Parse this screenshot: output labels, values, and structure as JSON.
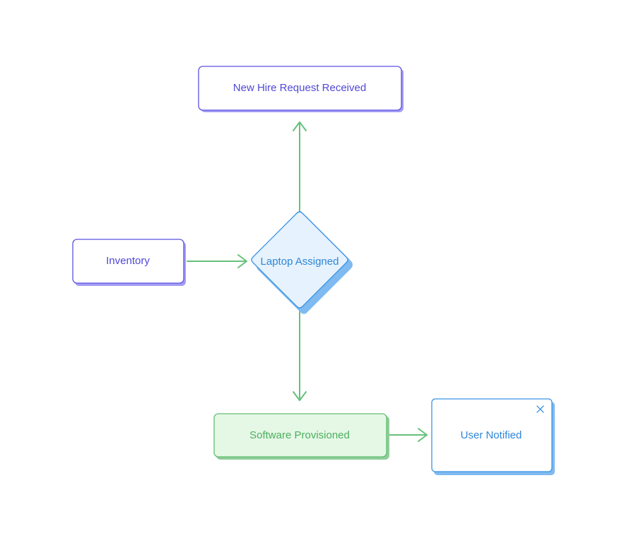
{
  "diagram": {
    "colors": {
      "purple_border": "#5b52e0",
      "purple_text": "#5048d8",
      "purple_shadow": "#a49cf3",
      "blue_border": "#3a93e3",
      "blue_text": "#2e86d8",
      "blue_fill": "#e6f2fd",
      "blue_shadow": "#7fbaf1",
      "green_border": "#62bd72",
      "green_text": "#4caf5c",
      "green_fill": "#e5f8e6",
      "green_shadow": "#8fce98",
      "arrow": "#66c17a"
    },
    "nodes": {
      "new_hire": {
        "label": "New Hire Request Received"
      },
      "inventory": {
        "label": "Inventory"
      },
      "laptop": {
        "label": "Laptop Assigned"
      },
      "software": {
        "label": "Software Provisioned"
      },
      "user_notified": {
        "label": "User Notified",
        "close_icon": "close-icon"
      }
    }
  }
}
